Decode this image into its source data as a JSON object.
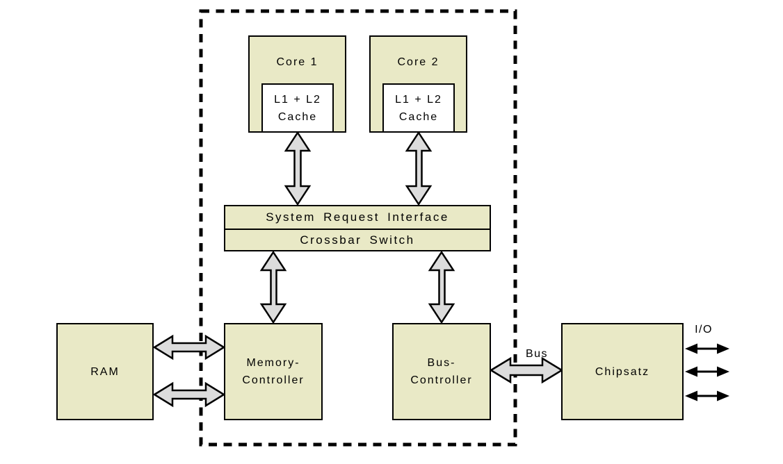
{
  "diagram": {
    "kind": "dual-core CPU block diagram",
    "cpu_package": {
      "boundary_style": "dashed",
      "core1": {
        "label": "Core 1"
      },
      "core2": {
        "label": "Core 2"
      },
      "cache": {
        "line1": "L1 + L2",
        "line2": "Cache"
      },
      "system_request_interface": {
        "label": "System Request Interface"
      },
      "crossbar_switch": {
        "label": "Crossbar Switch"
      },
      "memory_controller": {
        "line1": "Memory-",
        "line2": "Controller"
      },
      "bus_controller": {
        "line1": "Bus-",
        "line2": "Controller"
      }
    },
    "external": {
      "ram": {
        "label": "RAM"
      },
      "chipset": {
        "label": "Chipsatz"
      },
      "bus_label": "Bus",
      "io_label": "I/O"
    },
    "connections": [
      "Core 1 cache <-> System Request Interface",
      "Core 2 cache <-> System Request Interface",
      "Crossbar Switch <-> Memory-Controller",
      "Crossbar Switch <-> Bus-Controller",
      "RAM <-> Memory-Controller (2 channels)",
      "Bus-Controller <-> Chipsatz (Bus)",
      "Chipsatz <-> I/O (3 lines)"
    ]
  },
  "colors": {
    "block_fill": "#e9e9c6",
    "cache_fill": "#ffffff",
    "arrow_fill": "#dcdcdc",
    "line_color": "#000000",
    "background": "#ffffff"
  }
}
